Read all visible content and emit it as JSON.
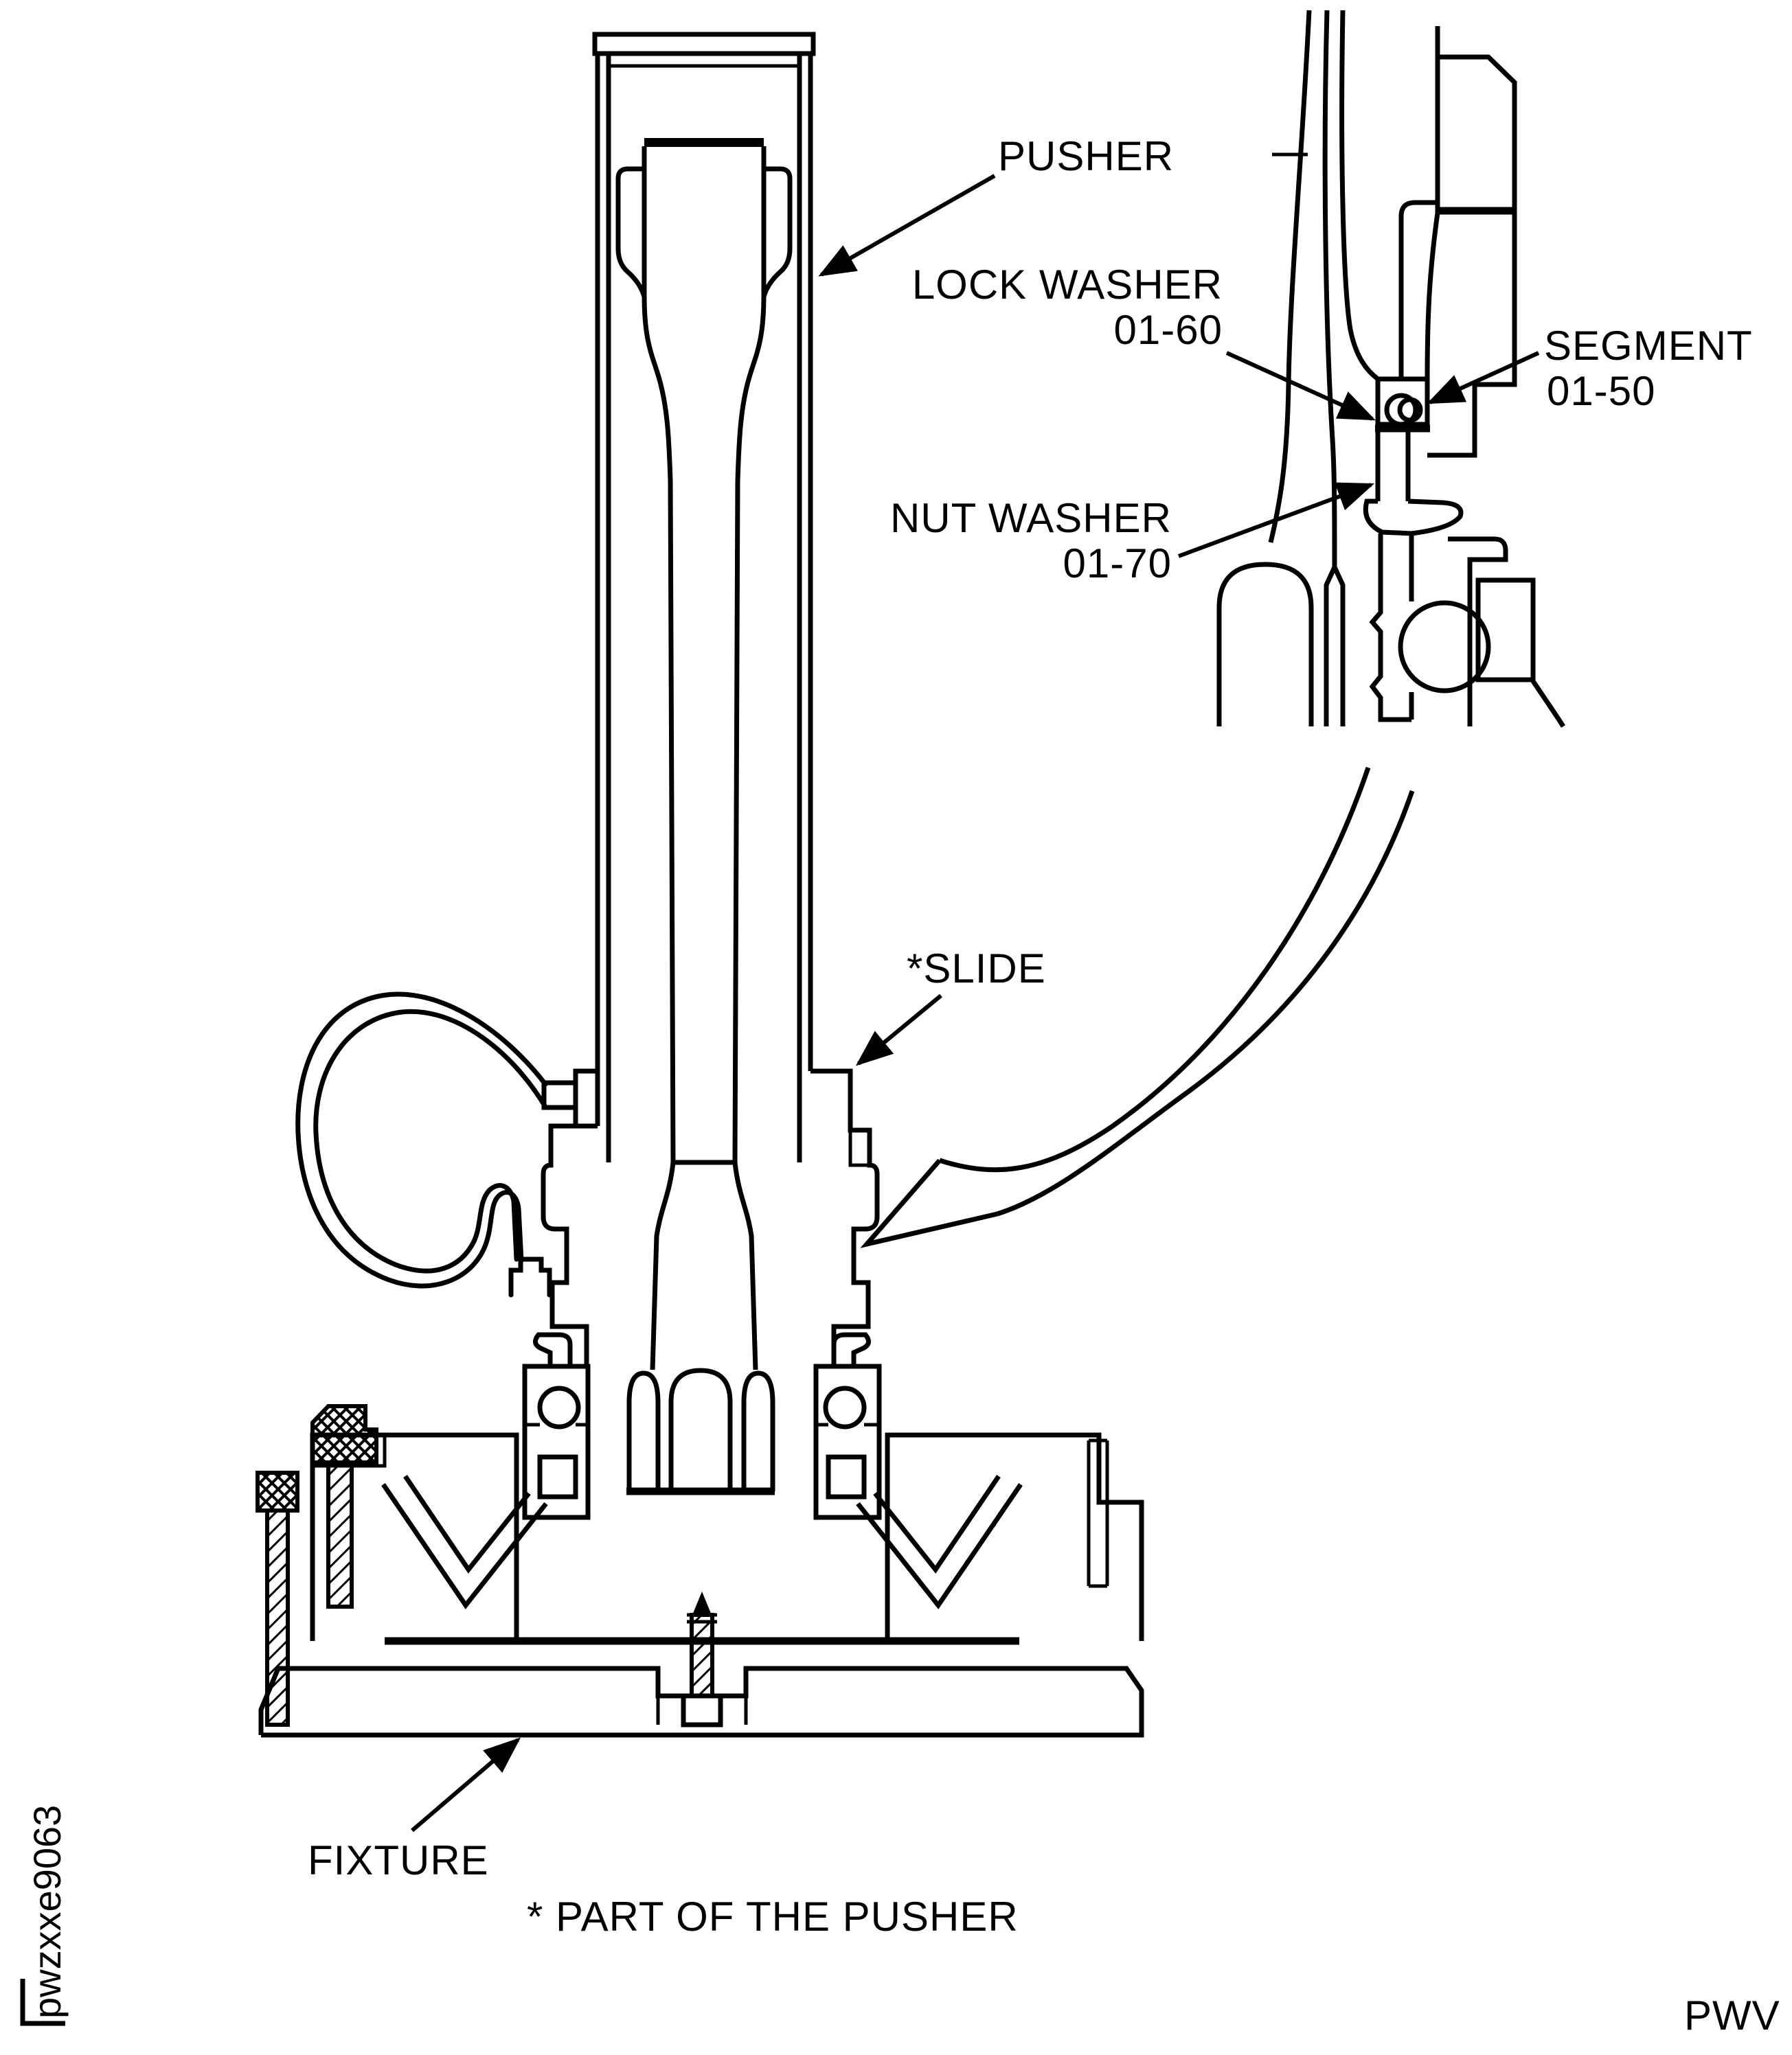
{
  "page": {
    "background_color": "#ffffff",
    "line_color": "#000000",
    "figure_type": "technical cross-section illustration"
  },
  "figure": {
    "labels": {
      "pusher": "PUSHER",
      "lock_washer_line1": "LOCK WASHER",
      "lock_washer_line2": "01-60",
      "segment_line1": "SEGMENT",
      "segment_line2": "01-50",
      "nut_washer_line1": "NUT WASHER",
      "nut_washer_line2": "01-70",
      "slide": "*SLIDE",
      "fixture": "FIXTURE",
      "footnote": "* PART OF THE PUSHER",
      "figure_code": "pwzxxe9063",
      "page_code": "PWV"
    }
  }
}
